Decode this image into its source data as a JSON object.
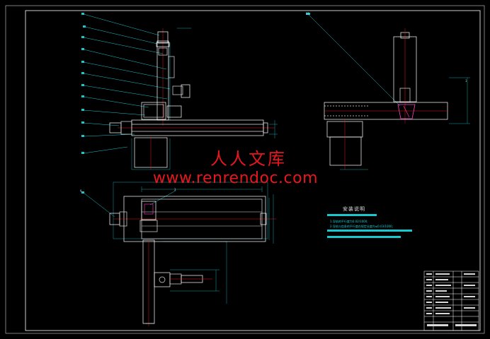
{
  "watermark": {
    "brand": "人人文库",
    "url": "www.renrendoc.com",
    "color": "#e8161e"
  },
  "notes": {
    "title": "安装说明",
    "items": [
      "1.导轨的平行度为0.02/1000;",
      "2.导轨与齿条的平行度在规定长度内≤0.03/1000;"
    ]
  },
  "callouts": {
    "top_right": "11",
    "right_marker": "1",
    "plan_left": "9",
    "plan_top": "3"
  },
  "colors": {
    "background": "#000000",
    "outline": "#ffffff",
    "dimension": "#19c8cf",
    "centerline": "#e01a1a",
    "part": "#e0e0e0",
    "highlight": "#ff3fbf"
  }
}
